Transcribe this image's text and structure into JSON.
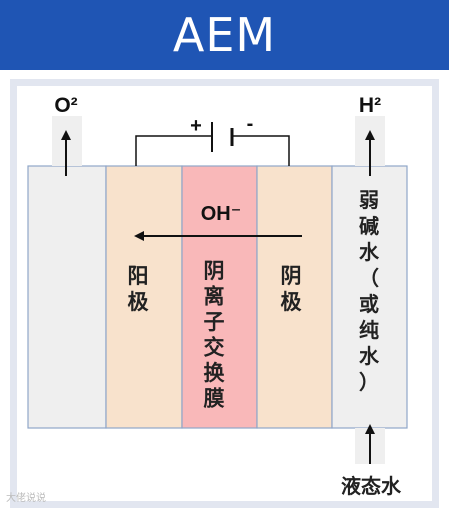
{
  "header": {
    "title": "AEM",
    "background_color": "#1f55b4"
  },
  "diagram": {
    "power": {
      "positive": "+",
      "negative": "-"
    },
    "gases": {
      "left": "O²",
      "right": "H²"
    },
    "ion": "OH⁻",
    "columns": {
      "anode": [
        "阳",
        "极"
      ],
      "membrane": [
        "阴",
        "离",
        "子",
        "交",
        "换",
        "膜"
      ],
      "cathode": [
        "阴",
        "极"
      ],
      "electrolyte": [
        "弱",
        "碱",
        "水",
        "（",
        "或",
        "纯",
        "水",
        "）"
      ]
    },
    "input_label": "液态水",
    "colors": {
      "electrode": "#f8e2cc",
      "membrane": "#f9b8b9",
      "side_cell": "#efefef",
      "outline": "#8fa6c9"
    }
  },
  "watermark": "大佬说说"
}
